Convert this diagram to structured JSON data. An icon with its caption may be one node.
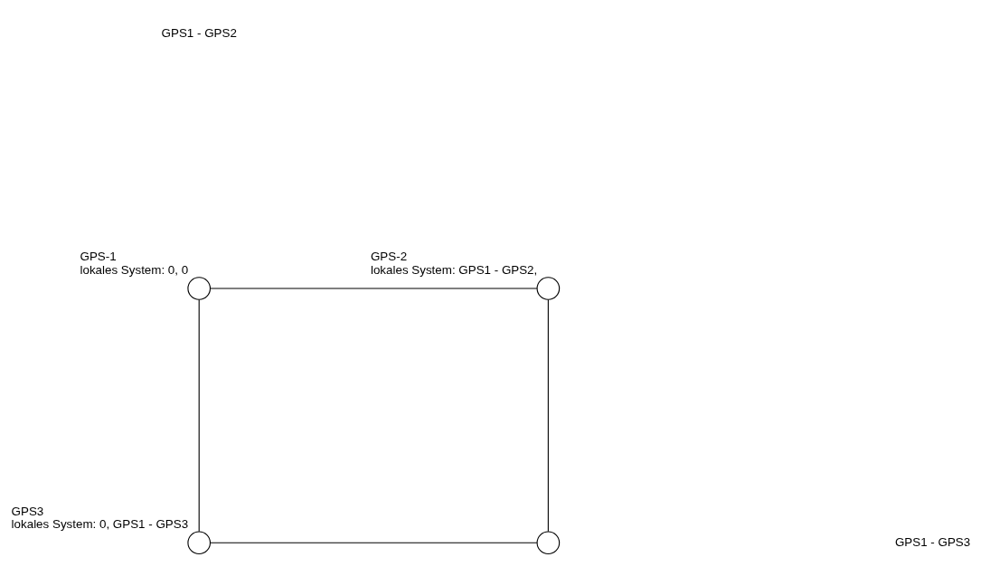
{
  "diagram": {
    "nodes": [
      {
        "text": [
          "GPS-1",
          "lokales System: 0, 0"
        ]
      },
      {
        "text": [
          "GPS-2",
          "lokales System: GPS1 - GPS2,"
        ]
      },
      {
        "text": [
          "GPS3",
          "lokales System: 0, GPS1 - GPS3"
        ]
      },
      {
        "text": [],
        "shape": "circle"
      }
    ],
    "edges": [
      {
        "from": 0,
        "to": 1,
        "arrow": "none"
      },
      {
        "from": 1,
        "to": 3,
        "arrow": "none"
      },
      {
        "from": 3,
        "to": 2,
        "arrow": "none"
      },
      {
        "from": 2,
        "to": 0,
        "arrow": "none"
      }
    ],
    "labels": [
      "GPS1 - GPS2",
      "GPS1 - GPS3"
    ]
  }
}
